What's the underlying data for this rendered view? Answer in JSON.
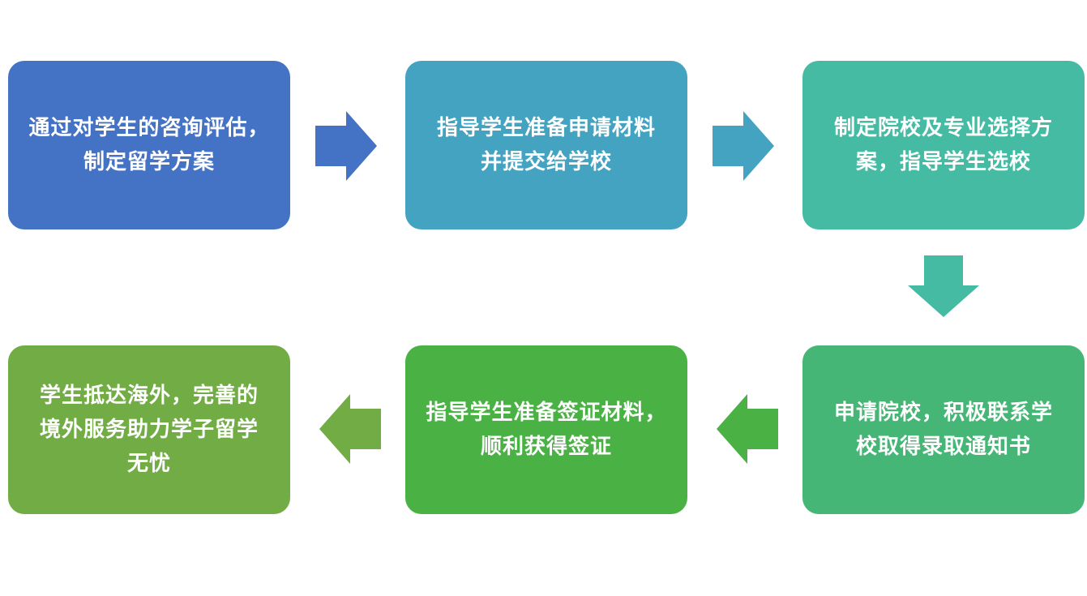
{
  "steps": [
    {
      "text": "通过对学生的咨询评估，\n制定留学方案",
      "color": "#4472c4"
    },
    {
      "text": "指导学生准备申请材料\n并提交给学校",
      "color": "#43a3c1"
    },
    {
      "text": "制定院校及专业选择方\n案，指导学生选校",
      "color": "#45bba4"
    },
    {
      "text": "申请院校，积极联系学\n校取得录取通知书",
      "color": "#45b676"
    },
    {
      "text": "指导学生准备签证材料，\n顺利获得签证",
      "color": "#4ab144"
    },
    {
      "text": "学生抵达海外，完善的\n境外服务助力学子留学\n无忧",
      "color": "#72ac45"
    }
  ],
  "arrows": [
    {
      "direction": "right",
      "color": "#4472c4"
    },
    {
      "direction": "right",
      "color": "#43a3c1"
    },
    {
      "direction": "down",
      "color": "#45bba4"
    },
    {
      "direction": "left",
      "color": "#4ab144"
    },
    {
      "direction": "left",
      "color": "#72ac45"
    }
  ]
}
